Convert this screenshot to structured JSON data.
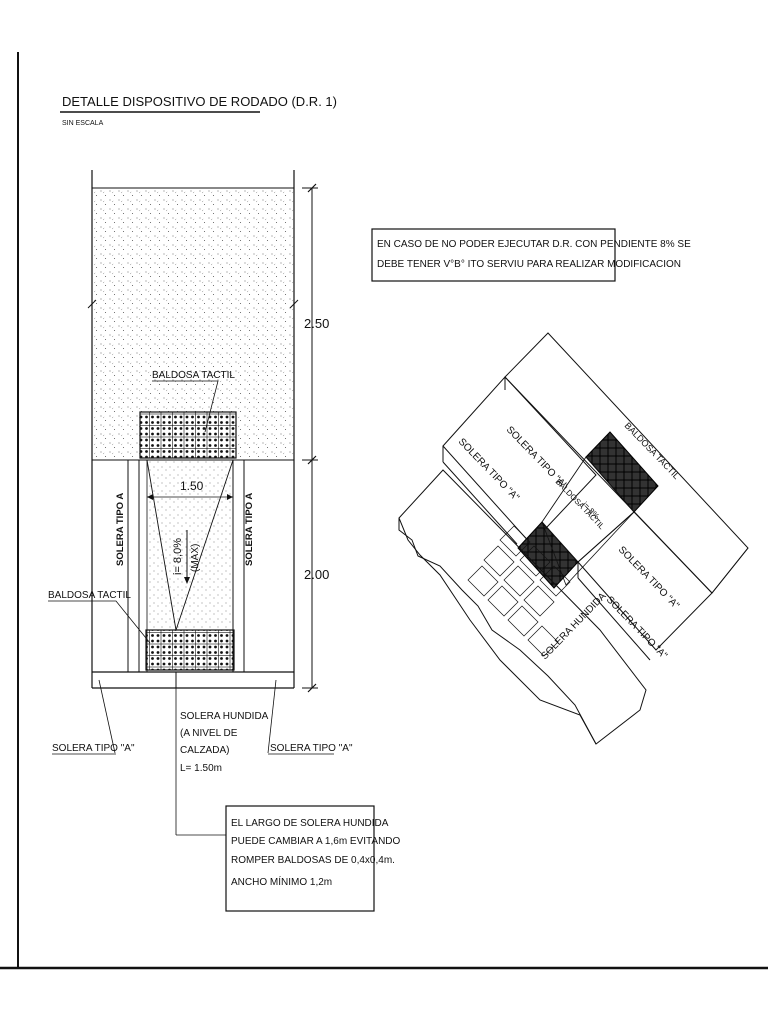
{
  "title": "DETALLE DISPOSITIVO DE RODADO (D.R. 1)",
  "subtitle": "SIN ESCALA",
  "note_top": [
    "EN CASO DE NO PODER EJECUTAR D.R. CON PENDIENTE 8% SE",
    "DEBE TENER V°B° ITO SERVIU PARA REALIZAR MODIFICACION"
  ],
  "dims": {
    "top": "2.50",
    "bottom": "2.00",
    "width": "1.50"
  },
  "slope": {
    "value": "i= 8,0%",
    "max": "(MAX)"
  },
  "labels": {
    "baldosa_top": "BALDOSA TACTIL",
    "baldosa_bottom": "BALDOSA TACTIL",
    "solera_left_vertical": "SOLERA TIPO A",
    "solera_right_vertical": "SOLERA TIPO A",
    "solera_left": "SOLERA TIPO \"A\"",
    "solera_right": "SOLERA TIPO \"A\"",
    "solera_hundida": [
      "SOLERA HUNDIDA",
      "(A NIVEL DE",
      "CALZADA)",
      "L= 1.50m"
    ]
  },
  "note_bottom": [
    "EL LARGO DE SOLERA HUNDIDA",
    "PUEDE CAMBIAR A 1,6m EVITANDO",
    "ROMPER BALDOSAS DE 0,4x0,4m.",
    "ANCHO MÍNIMO 1,2m"
  ],
  "iso_labels": {
    "solera_a1": "SOLERA TIPO \"A\"",
    "solera_a2": "SOLERA TIPO \"A\"",
    "solera_a3": "SOLERA TIPO \"A\"",
    "solera_a4": "SOLERA TIPO \"A\"",
    "baldosa1": "BALDOSA TACTIL",
    "baldosa2": "BALDOSA TACTIL",
    "solera_hundida": "SOLERA HUNDIDA",
    "slope": "i= 8%"
  }
}
